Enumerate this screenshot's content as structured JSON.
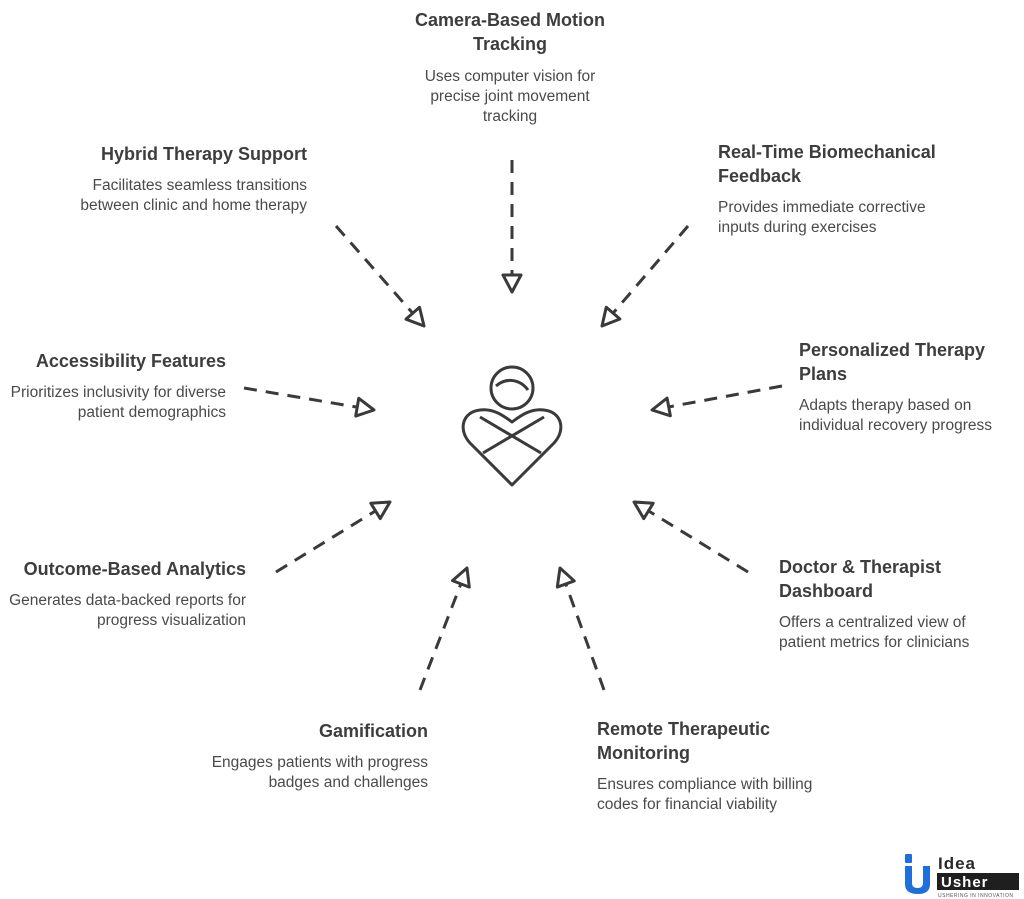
{
  "nodes": [
    {
      "id": "camera",
      "title": "Camera-Based Motion Tracking",
      "desc": "Uses computer vision for precise joint movement tracking"
    },
    {
      "id": "biomech",
      "title": "Real-Time Biomechanical Feedback",
      "desc": "Provides immediate corrective inputs during exercises"
    },
    {
      "id": "personal",
      "title": "Personalized Therapy Plans",
      "desc": "Adapts therapy based on individual recovery progress"
    },
    {
      "id": "dashboard",
      "title": "Doctor & Therapist Dashboard",
      "desc": "Offers a centralized view of patient metrics for clinicians"
    },
    {
      "id": "rtm",
      "title": "Remote Therapeutic Monitoring",
      "desc": "Ensures compliance with billing codes for financial viability"
    },
    {
      "id": "gamification",
      "title": "Gamification",
      "desc": "Engages patients with progress badges and challenges"
    },
    {
      "id": "analytics",
      "title": "Outcome-Based Analytics",
      "desc": "Generates data-backed reports for progress visualization"
    },
    {
      "id": "accessibility",
      "title": "Accessibility Features",
      "desc": "Prioritizes inclusivity for diverse patient demographics"
    },
    {
      "id": "hybrid",
      "title": "Hybrid Therapy Support",
      "desc": "Facilitates seamless transitions between clinic and home therapy"
    }
  ],
  "center_icon": "patient-heart-icon",
  "logo": {
    "line1": "Idea",
    "line2": "Usher",
    "tagline": "USHERING IN INNOVATION",
    "brand_color": "#1e6fd9"
  },
  "colors": {
    "arrow": "#3a3a3a",
    "title": "#3d3d3d",
    "text": "#4a4a4a"
  }
}
